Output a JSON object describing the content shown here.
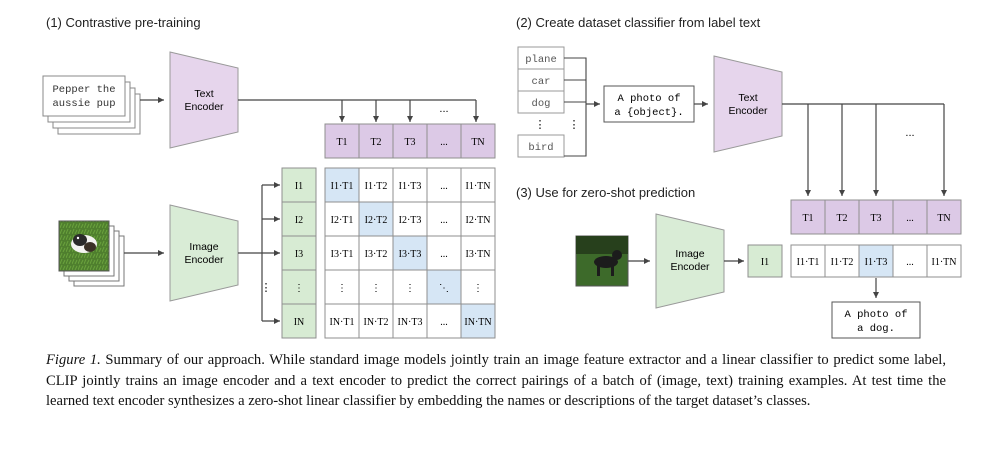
{
  "section1": {
    "heading": "(1) Contrastive pre-training",
    "text_input": [
      "Pepper the",
      "aussie pup"
    ],
    "text_encoder": [
      "Text",
      "Encoder"
    ],
    "image_encoder": [
      "Image",
      "Encoder"
    ],
    "text_tokens": [
      "T1",
      "T2",
      "T3",
      "...",
      "TN"
    ],
    "image_tokens": [
      "I1",
      "I2",
      "I3",
      "⋮",
      "IN"
    ],
    "matrix": [
      [
        "I1·T1",
        "I1·T2",
        "I1·T3",
        "...",
        "I1·TN"
      ],
      [
        "I2·T1",
        "I2·T2",
        "I2·T3",
        "...",
        "I2·TN"
      ],
      [
        "I3·T1",
        "I3·T2",
        "I3·T3",
        "...",
        "I3·TN"
      ],
      [
        "⋮",
        "⋮",
        "⋮",
        "⋱",
        "⋮"
      ],
      [
        "IN·T1",
        "IN·T2",
        "IN·T3",
        "...",
        "IN·TN"
      ]
    ],
    "dots_above": "...",
    "dots_left": "⋮"
  },
  "section2": {
    "heading": "(2) Create dataset classifier from label text",
    "labels": [
      "plane",
      "car",
      "dog",
      "⋮",
      "bird"
    ],
    "template": [
      "A photo of",
      "a {object}."
    ],
    "text_encoder": [
      "Text",
      "Encoder"
    ],
    "text_tokens": [
      "T1",
      "T2",
      "T3",
      "...",
      "TN"
    ],
    "dots_above": "..."
  },
  "section3": {
    "heading": "(3) Use for zero-shot prediction",
    "image_encoder": [
      "Image",
      "Encoder"
    ],
    "image_token": "I1",
    "scores": [
      "I1·T1",
      "I1·T2",
      "I1·T3",
      "...",
      "I1·TN"
    ],
    "prediction": [
      "A photo of",
      "a dog."
    ]
  },
  "caption": {
    "lead": "Figure 1.",
    "body": " Summary of our approach. While standard image models jointly train an image feature extractor and a linear classifier to predict some label, CLIP jointly trains an image encoder and a text encoder to predict the correct pairings of a batch of (image, text) training examples. At test time the learned text encoder synthesizes a zero-shot linear classifier by embedding the names or descriptions of the target dataset’s classes."
  },
  "colors": {
    "encoder_purple": "#e6d5ec",
    "encoder_green": "#d9ecd6",
    "token_purple": "#dcc9e6",
    "token_green": "#d7ebd3",
    "highlight_blue": "#d6e6f5",
    "grid_line": "#8f8f8f"
  }
}
